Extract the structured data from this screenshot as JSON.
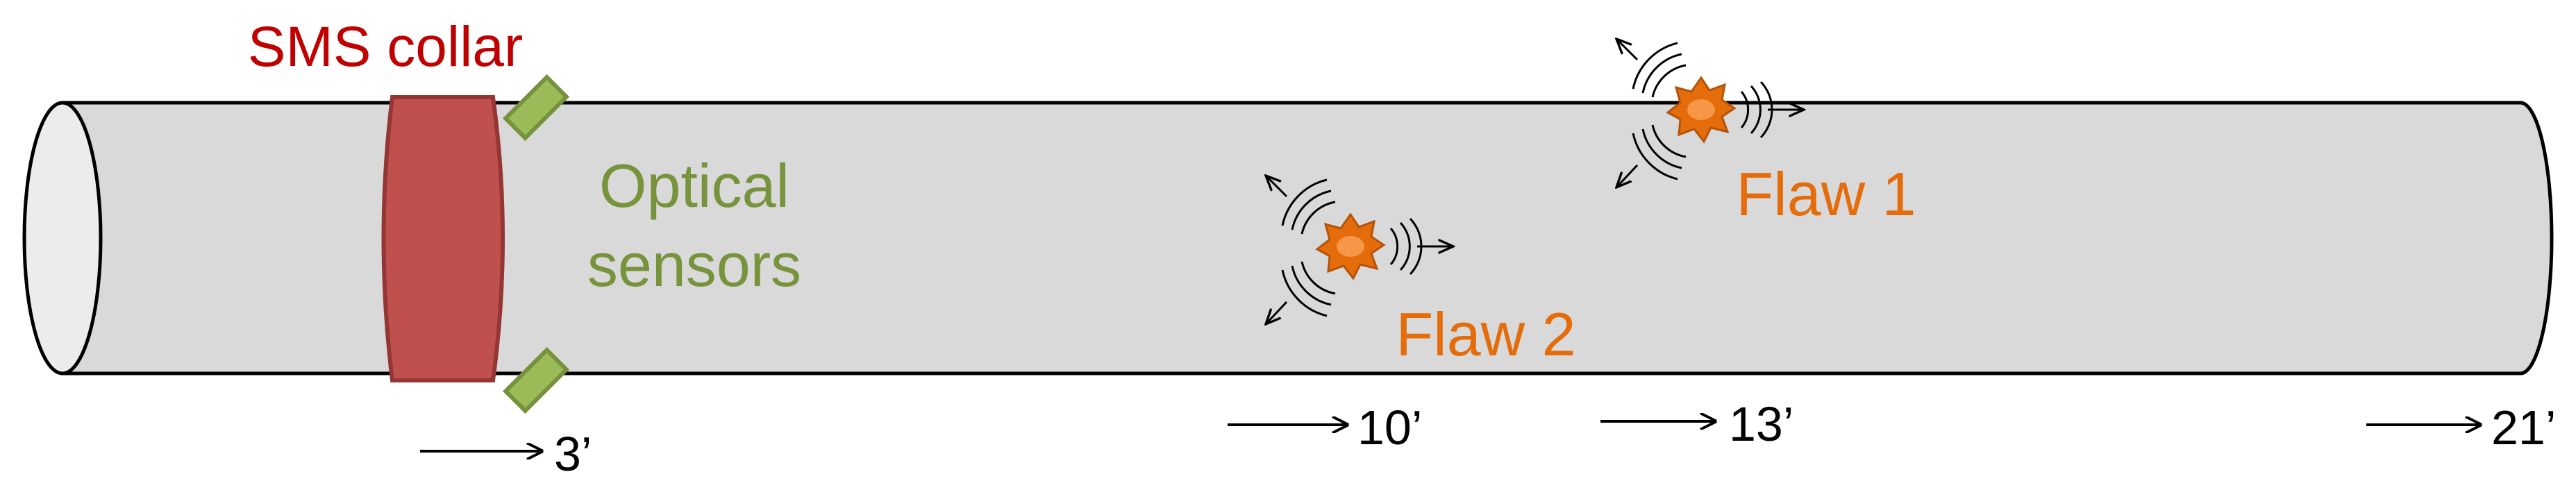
{
  "labels": {
    "collar": "SMS collar",
    "sensors_line1": "Optical",
    "sensors_line2": "sensors",
    "flaw1": "Flaw 1",
    "flaw2": "Flaw 2"
  },
  "markers": {
    "m3": "3’",
    "m10": "10’",
    "m13": "13’",
    "m21": "21’"
  },
  "colors": {
    "pipe_fill": "#d9d9d9",
    "pipe_end": "#ececec",
    "collar_fill": "#c0504d",
    "collar_stroke": "#943634",
    "collar_text": "#c00000",
    "sensor_fill": "#9bbb59",
    "sensor_stroke": "#76923c",
    "sensor_text": "#77933c",
    "flaw_fill": "#e46c0a",
    "flaw_text": "#e46c0a",
    "outline": "#000000"
  },
  "icons": [
    "flaw-burst-icon",
    "acoustic-wave-icon",
    "arrow-right-icon"
  ]
}
